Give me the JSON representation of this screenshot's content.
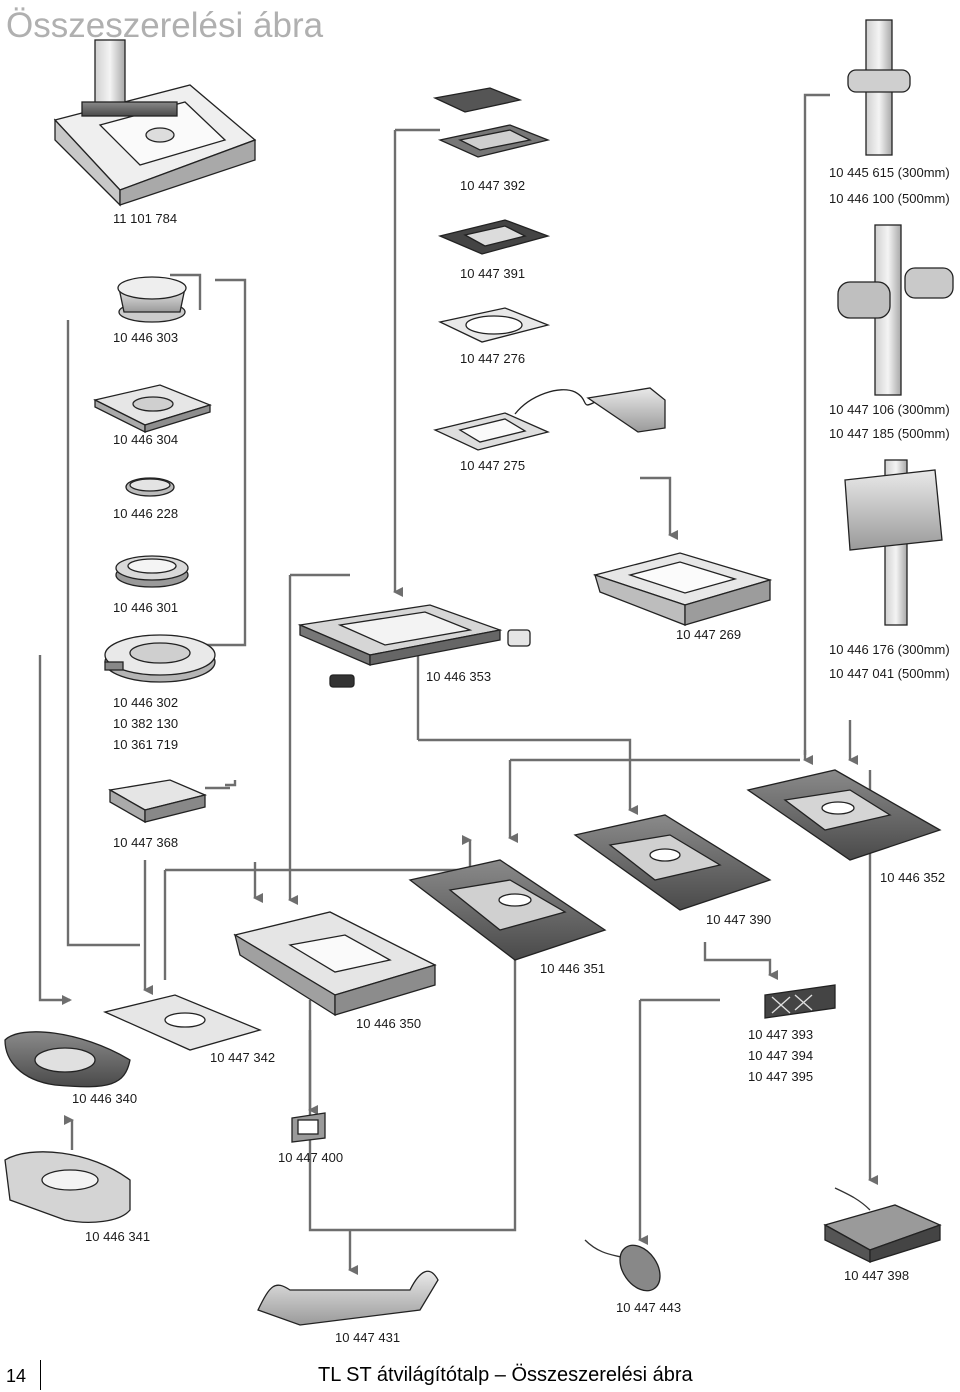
{
  "title": "Összeszerelési ábra",
  "footer": {
    "page_number": "14",
    "doc_title": "TL ST átvilágítótalp – Összeszerelési ábra"
  },
  "parts": {
    "p11101784": "11 101 784",
    "p10446303": "10 446 303",
    "p10446304": "10 446 304",
    "p10446228": "10 446 228",
    "p10446301": "10 446 301",
    "p10446302": "10 446 302",
    "p10382130": "10 382 130",
    "p10361719": "10 361 719",
    "p10447392": "10 447 392",
    "p10447391": "10 447 391",
    "p10447276": "10 447 276",
    "p10447275": "10 447 275",
    "p10446353": "10 446 353",
    "p10447269": "10 447 269",
    "p10445615": "10 445 615 (300mm)",
    "p10446100": "10 446 100 (500mm)",
    "p10447106": "10 447 106 (300mm)",
    "p10447185": "10 447 185 (500mm)",
    "p10446176": "10 446 176 (300mm)",
    "p10447041": "10 447 041 (500mm)",
    "p10447368": "10 447 368",
    "p10446352": "10 446 352",
    "p10447390": "10 447 390",
    "p10446351": "10 446 351",
    "p10446350": "10 446 350",
    "p10447342": "10 447 342",
    "p10446340": "10 446 340",
    "p10447393": "10 447 393",
    "p10447394": "10 447 394",
    "p10447395": "10 447 395",
    "p10447400": "10 447 400",
    "p10446341": "10 446 341",
    "p10447398": "10 447 398",
    "p10447443": "10 447 443",
    "p10447431": "10 447 431"
  }
}
